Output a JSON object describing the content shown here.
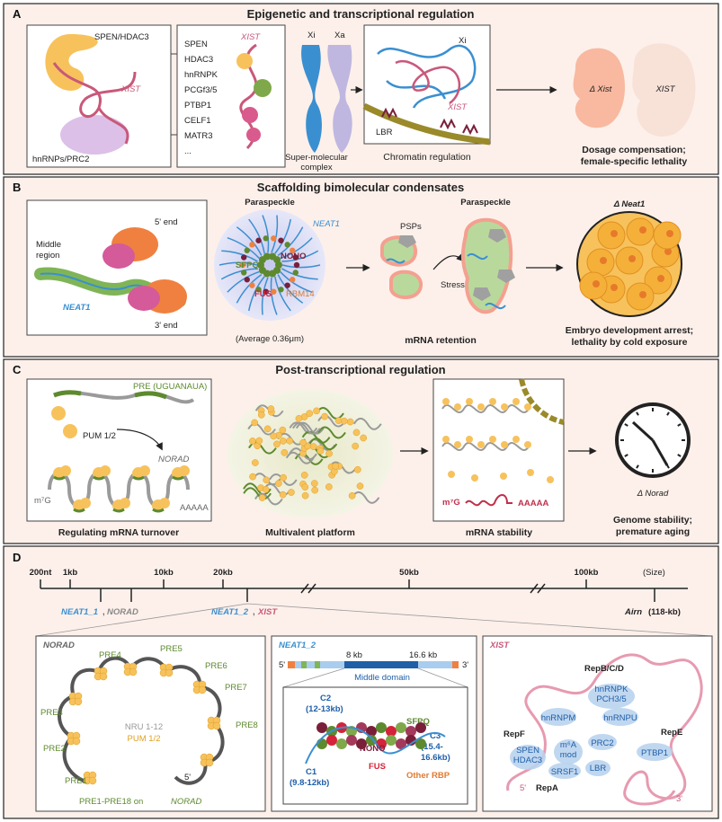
{
  "panels": {
    "a": {
      "letter": "A",
      "title": "Epigenetic and transcriptional regulation",
      "spen_hdac3": "SPEN/HDAC3",
      "xist": "XIST",
      "hnrnps_prc2": "hnRNPs/PRC2",
      "protein_list": [
        "SPEN",
        "HDAC3",
        "hnRNPK",
        "PCGf3/5",
        "PTBP1",
        "CELF1",
        "MATR3",
        "..."
      ],
      "xist_small": "XIST",
      "xi": "Xi",
      "xa": "Xa",
      "complex_line1": "Super-molecular",
      "complex_line2": "complex",
      "chromatin_xi": "Xi",
      "chromatin_xist": "XIST",
      "lbr": "LBR",
      "chromatin_caption": "Chromatin regulation",
      "delta_xist": "Δ Xist",
      "xist_embryo": "XIST",
      "outcome_line1": "Dosage compensation;",
      "outcome_line2": "female-specific lethality"
    },
    "b": {
      "letter": "B",
      "title": "Scaffolding bimolecular condensates",
      "five_end": "5' end",
      "middle_line1": "Middle",
      "middle_line2": "region",
      "neat1": "NEAT1",
      "three_end": "3' end",
      "paraspeckle": "Paraspeckle",
      "neat1_label": "NEAT1",
      "nono": "NONO",
      "sfpq": "SFPQ",
      "fus": "FUS",
      "rbm14": "RBM14",
      "average": "(Average 0.36μm)",
      "psps": "PSPs",
      "paraspeckle2": "Paraspeckle",
      "stress": "Stress",
      "mrna_retention": "mRNA retention",
      "delta_neat1": "Δ Neat1",
      "outcome_line1": "Embryo development arrest;",
      "outcome_line2": "lethality by cold exposure"
    },
    "c": {
      "letter": "C",
      "title": "Post-transcriptional regulation",
      "pre": "PRE (UGUANAUA)",
      "pum": "PUM 1/2",
      "norad": "NORAD",
      "m7g": "m⁷G",
      "polya": "AAAAA",
      "turnover": "Regulating mRNA turnover",
      "platform": "Multivalent platform",
      "m7g2": "m⁷G",
      "polya2": "AAAAA",
      "stability": "mRNA stability",
      "delta_norad": "Δ Norad",
      "outcome_line1": "Genome stability;",
      "outcome_line2": "premature aging"
    },
    "d": {
      "letter": "D",
      "ticks": [
        "200nt",
        "1kb",
        "10kb",
        "20kb",
        "50kb",
        "100kb"
      ],
      "size": "(Size)",
      "neat1_1": "NEAT1_1",
      "norad_axis": "NORAD",
      "neat1_2": "NEAT1_2",
      "xist_axis": "XIST",
      "airn": "Airn",
      "airn_size": "(118-kb)",
      "sub_norad": {
        "title": "NORAD",
        "pres": [
          "PRE1",
          "PRE2",
          "PRE3",
          "PRE4",
          "PRE5",
          "PRE6",
          "PRE7",
          "PRE8"
        ],
        "nru": "NRU 1-12",
        "pum": "PUM 1/2",
        "five": "5'",
        "footer": "PRE1-PRE18 on",
        "footer_norad": "NORAD"
      },
      "sub_neat1": {
        "title": "NEAT1_2",
        "kb8": "8 kb",
        "kb16": "16.6 kb",
        "five": "5'",
        "three": "3'",
        "middle": "Middle domain",
        "c2a": "C2",
        "c2b": "(12-13kb)",
        "c3a": "C3",
        "c3b": "(15.4-",
        "c3c": "16.6kb)",
        "c1a": "C1",
        "c1b": "(9.8-12kb)",
        "sfpq": "SFPQ",
        "nono": "NONO",
        "fus": "FUS",
        "other": "Other RBP"
      },
      "sub_xist": {
        "title": "XIST",
        "repbcd": "RepB/C/D",
        "hnrnpk": "hnRNPK",
        "pch": "PCH3/5",
        "hnrnpm": "hnRNPM",
        "hnrnpu": "hnRNPU",
        "repf": "RepF",
        "repe": "RepE",
        "spen": "SPEN",
        "hdac3": "HDAC3",
        "m6a1": "m⁶A",
        "m6a2": "mod",
        "prc2": "PRC2",
        "ptbp1": "PTBP1",
        "srsf1": "SRSF1",
        "lbr": "LBR",
        "repa": "RepA",
        "five": "5'",
        "three": "3'"
      }
    }
  },
  "colors": {
    "panel_bg": "#fdf0ea",
    "xist_pink": "#c9587a",
    "neat1_blue": "#3a8fd1",
    "pum_yellow": "#f7c25c",
    "pre_green": "#5d8a2e",
    "norad_grey": "#9a9a9a",
    "fus_red": "#d4233a"
  }
}
